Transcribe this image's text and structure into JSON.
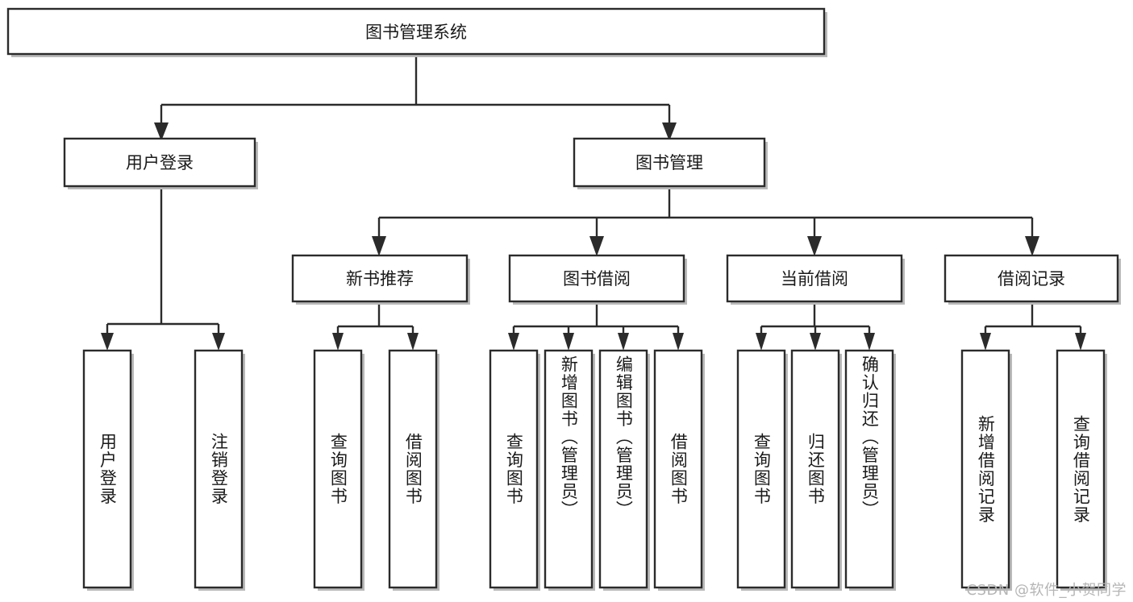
{
  "diagram": {
    "type": "hierarchy-tree",
    "title_node": {
      "id": "root",
      "label": "图书管理系统",
      "orientation": "horizontal"
    },
    "level2": [
      {
        "id": "user-login",
        "label": "用户登录",
        "orientation": "horizontal"
      },
      {
        "id": "book-manage",
        "label": "图书管理",
        "orientation": "horizontal"
      }
    ],
    "level3": [
      {
        "id": "new-book-rec",
        "label": "新书推荐",
        "orientation": "horizontal",
        "parent": "book-manage"
      },
      {
        "id": "book-borrow",
        "label": "图书借阅",
        "orientation": "horizontal",
        "parent": "book-manage"
      },
      {
        "id": "current-borrow",
        "label": "当前借阅",
        "orientation": "horizontal",
        "parent": "book-manage"
      },
      {
        "id": "borrow-record",
        "label": "借阅记录",
        "orientation": "horizontal",
        "parent": "book-manage"
      }
    ],
    "leaves": [
      {
        "id": "leaf-user-login",
        "label": "用户登录",
        "orientation": "vertical",
        "parent": "user-login"
      },
      {
        "id": "leaf-logout",
        "label": "注销登录",
        "orientation": "vertical",
        "parent": "user-login"
      },
      {
        "id": "leaf-query-book-1",
        "label": "查询图书",
        "orientation": "vertical",
        "parent": "new-book-rec"
      },
      {
        "id": "leaf-borrow-book-1",
        "label": "借阅图书",
        "orientation": "vertical",
        "parent": "new-book-rec"
      },
      {
        "id": "leaf-query-book-2",
        "label": "查询图书",
        "orientation": "vertical",
        "parent": "book-borrow"
      },
      {
        "id": "leaf-add-book",
        "label": "新增图书（管理员）",
        "orientation": "vertical",
        "parent": "book-borrow"
      },
      {
        "id": "leaf-edit-book",
        "label": "编辑图书（管理员）",
        "orientation": "vertical",
        "parent": "book-borrow"
      },
      {
        "id": "leaf-borrow-book-2",
        "label": "借阅图书",
        "orientation": "vertical",
        "parent": "book-borrow"
      },
      {
        "id": "leaf-query-book-3",
        "label": "查询图书",
        "orientation": "vertical",
        "parent": "current-borrow"
      },
      {
        "id": "leaf-return-book",
        "label": "归还图书",
        "orientation": "vertical",
        "parent": "current-borrow"
      },
      {
        "id": "leaf-confirm-return",
        "label": "确认归还（管理员）",
        "orientation": "vertical",
        "parent": "current-borrow"
      },
      {
        "id": "leaf-add-record",
        "label": "新增借阅记录",
        "orientation": "vertical",
        "parent": "borrow-record"
      },
      {
        "id": "leaf-query-record",
        "label": "查询借阅记录",
        "orientation": "vertical",
        "parent": "borrow-record"
      }
    ]
  },
  "watermark": {
    "text": "CSDN @软件_小贺同学"
  },
  "colors": {
    "stroke": "#2b2b2b",
    "fill": "#ffffff",
    "text": "#1a1a1a",
    "shadow": "#b9b9b9",
    "watermark": "#b5b5b5",
    "background": "#ffffff"
  }
}
